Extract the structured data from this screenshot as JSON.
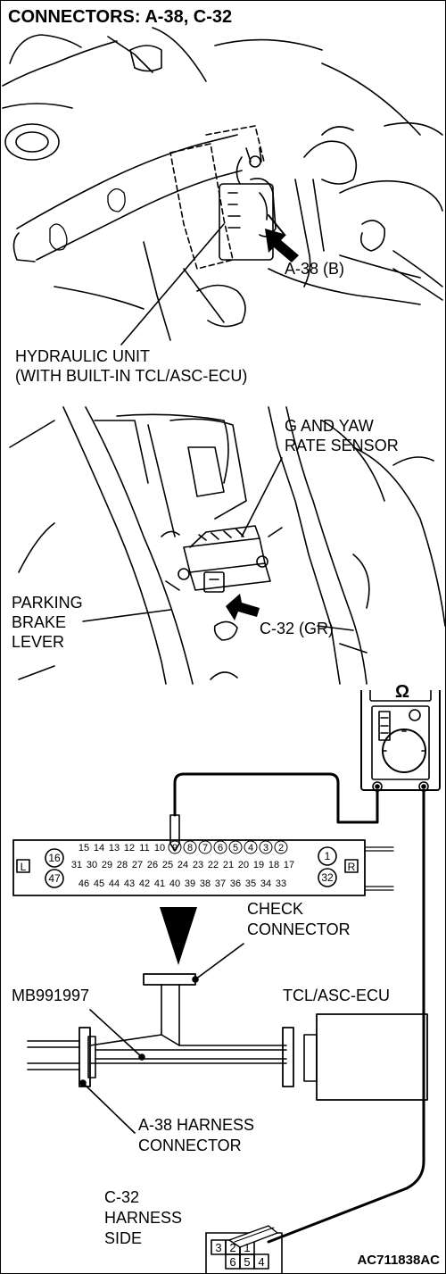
{
  "title": "CONNECTORS: A-38, C-32",
  "figure_code": "AC711838AC",
  "top_view": {
    "connector_label": "A-38 (B)",
    "unit_label_line1": "HYDRAULIC UNIT",
    "unit_label_line2": "(WITH BUILT-IN TCL/ASC-ECU)"
  },
  "middle_view": {
    "sensor_label_line1": "G AND YAW",
    "sensor_label_line2": "RATE SENSOR",
    "lever_label_line1": "PARKING",
    "lever_label_line2": "BRAKE",
    "lever_label_line3": "LEVER",
    "connector_label": "C-32 (GR)"
  },
  "ohmmeter": {
    "symbol": "Ω"
  },
  "check_connector": {
    "side_left": "L",
    "side_right": "R",
    "row1": [
      "15",
      "14",
      "13",
      "12",
      "11",
      "10",
      "9",
      "8",
      "7",
      "6",
      "5",
      "4",
      "3",
      "2"
    ],
    "row2": [
      "31",
      "30",
      "29",
      "28",
      "27",
      "26",
      "25",
      "24",
      "23",
      "22",
      "21",
      "20",
      "19",
      "18",
      "17"
    ],
    "row3": [
      "46",
      "45",
      "44",
      "43",
      "42",
      "41",
      "40",
      "39",
      "38",
      "37",
      "36",
      "35",
      "34",
      "33"
    ],
    "left_big_top": "16",
    "left_big_bottom": "47",
    "right_big_top": "1",
    "right_big_bottom": "32",
    "label_line1": "CHECK",
    "label_line2": "CONNECTOR"
  },
  "harness": {
    "tool_label": "MB991997",
    "ecu_label": "TCL/ASC-ECU",
    "a38_label_line1": "A-38 HARNESS",
    "a38_label_line2": "CONNECTOR"
  },
  "c32_side": {
    "label_line1": "C-32",
    "label_line2": "HARNESS",
    "label_line3": "SIDE",
    "pins_top": [
      "3",
      "2",
      "1"
    ],
    "pins_bottom": [
      "6",
      "5",
      "4"
    ]
  }
}
